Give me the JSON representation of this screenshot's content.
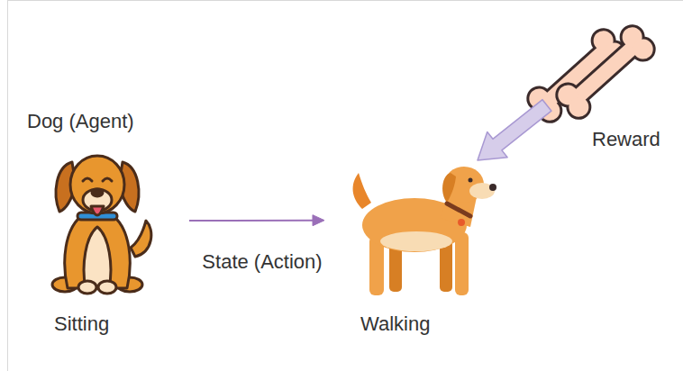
{
  "diagram": {
    "nodes": [
      {
        "text": [
          "Dog (Agent)",
          "Sitting"
        ]
      },
      {
        "text": [
          "Walking"
        ]
      },
      {
        "text": [
          "Reward"
        ]
      }
    ],
    "edges": [
      {
        "from": 0,
        "to": 1,
        "arrow": "to",
        "label": "State (Action)"
      },
      {
        "from": 2,
        "to": 1,
        "arrow": "to"
      }
    ]
  }
}
